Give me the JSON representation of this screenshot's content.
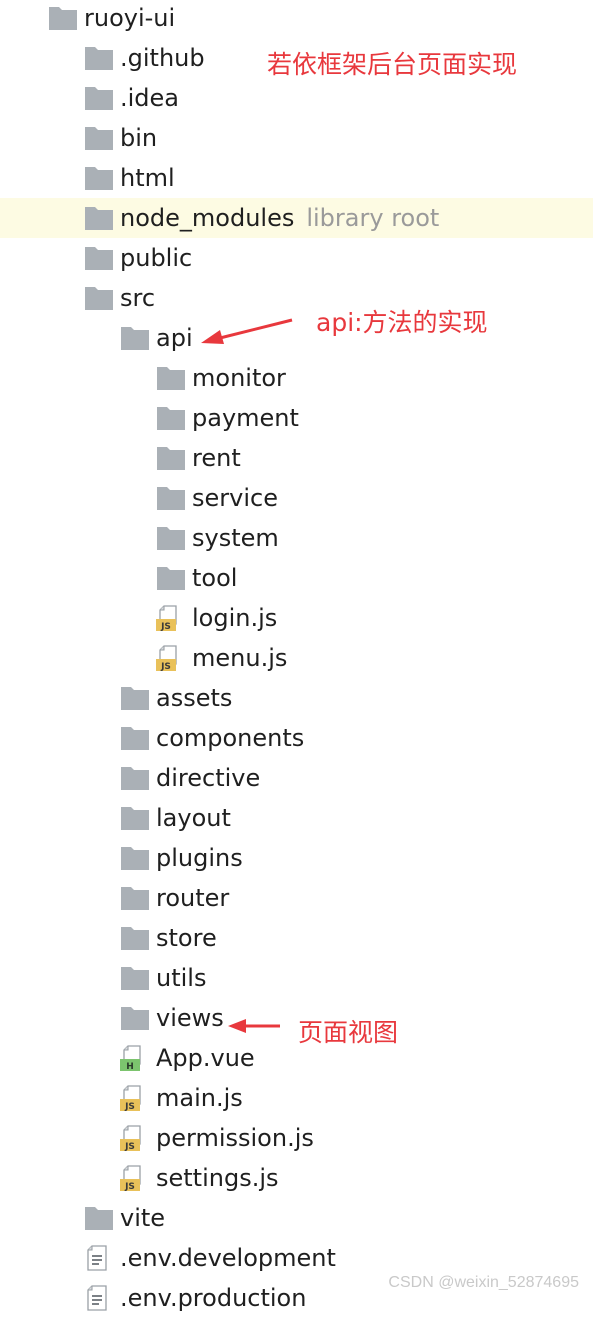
{
  "annotations": {
    "title": "若依框架后台页面实现",
    "api": "api:方法的实现",
    "views": "页面视图"
  },
  "watermark": "CSDN @weixin_52874695",
  "colors": {
    "folder": "#aab0b6",
    "chevron": "#6b6b6b",
    "annotation": "#e8383d",
    "js_badge": "#e9c15a",
    "html_badge": "#7cc46e",
    "highlight_row": "#fdfbe3"
  },
  "tree": [
    {
      "label": "ruoyi-ui",
      "kind": "folder",
      "level": 0,
      "state": "expanded"
    },
    {
      "label": ".github",
      "kind": "folder",
      "level": 1,
      "state": "collapsed"
    },
    {
      "label": ".idea",
      "kind": "folder",
      "level": 1,
      "state": "collapsed"
    },
    {
      "label": "bin",
      "kind": "folder",
      "level": 1,
      "state": "collapsed"
    },
    {
      "label": "html",
      "kind": "folder",
      "level": 1,
      "state": "collapsed"
    },
    {
      "label": "node_modules",
      "kind": "folder",
      "level": 1,
      "state": "collapsed",
      "hint": "library root",
      "highlight": true
    },
    {
      "label": "public",
      "kind": "folder",
      "level": 1,
      "state": "collapsed"
    },
    {
      "label": "src",
      "kind": "folder",
      "level": 1,
      "state": "expanded"
    },
    {
      "label": "api",
      "kind": "folder",
      "level": 2,
      "state": "expanded"
    },
    {
      "label": "monitor",
      "kind": "folder",
      "level": 3,
      "state": "collapsed"
    },
    {
      "label": "payment",
      "kind": "folder",
      "level": 3,
      "state": "collapsed"
    },
    {
      "label": "rent",
      "kind": "folder",
      "level": 3,
      "state": "collapsed"
    },
    {
      "label": "service",
      "kind": "folder",
      "level": 3,
      "state": "collapsed"
    },
    {
      "label": "system",
      "kind": "folder",
      "level": 3,
      "state": "collapsed"
    },
    {
      "label": "tool",
      "kind": "folder",
      "level": 3,
      "state": "collapsed"
    },
    {
      "label": "login.js",
      "kind": "js",
      "level": 3
    },
    {
      "label": "menu.js",
      "kind": "js",
      "level": 3
    },
    {
      "label": "assets",
      "kind": "folder",
      "level": 2,
      "state": "collapsed"
    },
    {
      "label": "components",
      "kind": "folder",
      "level": 2,
      "state": "collapsed"
    },
    {
      "label": "directive",
      "kind": "folder",
      "level": 2,
      "state": "collapsed"
    },
    {
      "label": "layout",
      "kind": "folder",
      "level": 2,
      "state": "collapsed"
    },
    {
      "label": "plugins",
      "kind": "folder",
      "level": 2,
      "state": "collapsed"
    },
    {
      "label": "router",
      "kind": "folder",
      "level": 2,
      "state": "collapsed"
    },
    {
      "label": "store",
      "kind": "folder",
      "level": 2,
      "state": "collapsed"
    },
    {
      "label": "utils",
      "kind": "folder",
      "level": 2,
      "state": "collapsed"
    },
    {
      "label": "views",
      "kind": "folder",
      "level": 2,
      "state": "collapsed"
    },
    {
      "label": "App.vue",
      "kind": "vue",
      "level": 2
    },
    {
      "label": "main.js",
      "kind": "js",
      "level": 2
    },
    {
      "label": "permission.js",
      "kind": "js",
      "level": 2
    },
    {
      "label": "settings.js",
      "kind": "js",
      "level": 2
    },
    {
      "label": "vite",
      "kind": "folder",
      "level": 1,
      "state": "collapsed"
    },
    {
      "label": ".env.development",
      "kind": "text",
      "level": 1
    },
    {
      "label": ".env.production",
      "kind": "text",
      "level": 1
    }
  ]
}
